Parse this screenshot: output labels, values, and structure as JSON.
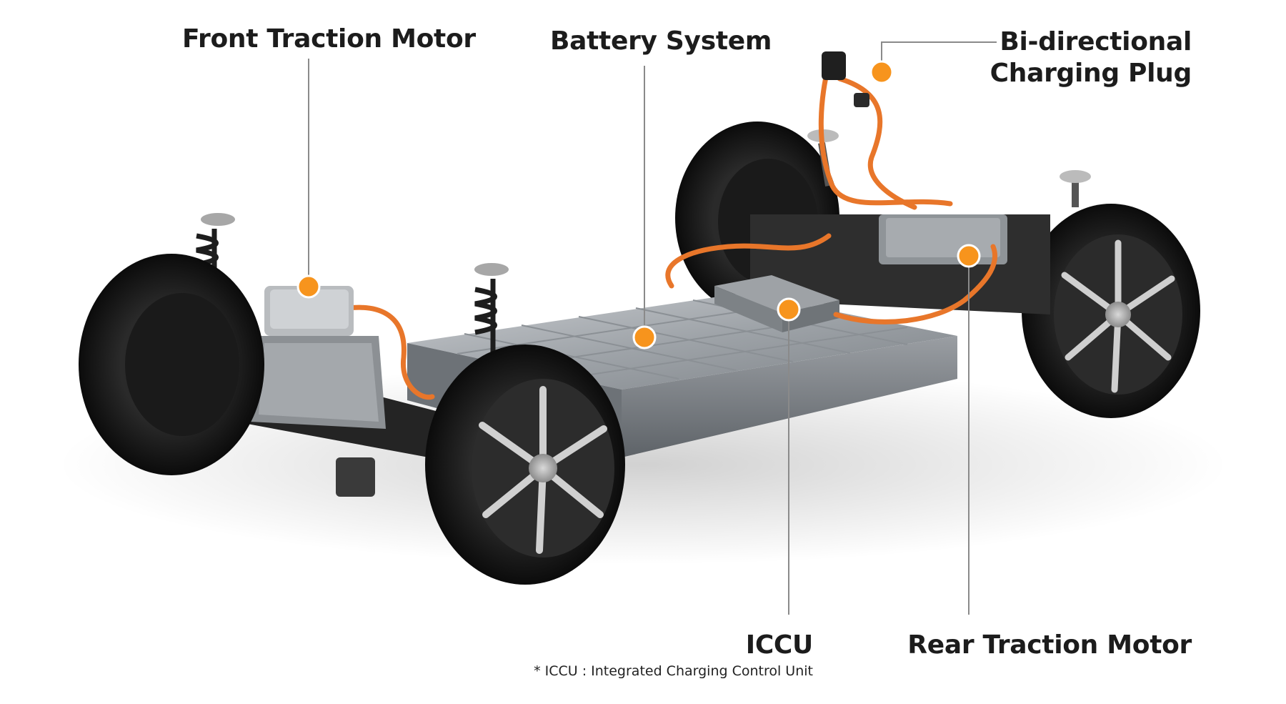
{
  "callouts": {
    "front_traction_motor": "Front Traction Motor",
    "battery_system": "Battery System",
    "bidirectional_plug_line1": "Bi-directional",
    "bidirectional_plug_line2": "Charging Plug",
    "iccu": "ICCU",
    "rear_traction_motor": "Rear Traction Motor"
  },
  "footnote": "* ICCU : Integrated Charging Control Unit",
  "colors": {
    "marker": "#f7941d",
    "leader_line": "#8a8a8a",
    "cable": "#e8762a",
    "text": "#1c1c1c"
  },
  "icons": {
    "marker": "orange-dot-marker"
  }
}
